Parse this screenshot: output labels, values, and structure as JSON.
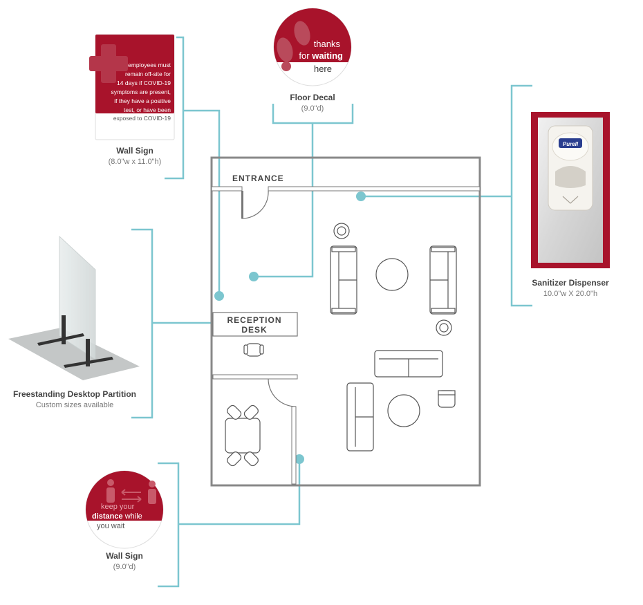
{
  "colors": {
    "brand_red": "#a8132b",
    "connector_teal": "#7cc6cf",
    "wall_gray": "#888888",
    "caption_title": "#444444",
    "caption_sub": "#777777"
  },
  "floor_plan": {
    "entrance_label": "ENTRANCE",
    "reception_label_line1": "RECEPTION",
    "reception_label_line2": "DESK"
  },
  "products": {
    "wall_sign_top": {
      "title": "Wall Sign",
      "size": "(8.0\"w x 11.0\"h)",
      "icon": "medical-cross-icon",
      "sign_lines": [
        "employees must",
        "remain off-site for",
        "14 days if COVID-19",
        "symptoms are present,",
        "if they have a positive",
        "test, or have been",
        "exposed to COVID-19"
      ]
    },
    "floor_decal": {
      "title": "Floor Decal",
      "size": "(9.0\"d)",
      "icon": "footprints-icon",
      "line1": "thanks",
      "line2_prefix": "for",
      "line2_bold": "waiting",
      "line3": "here"
    },
    "sanitizer": {
      "title": "Sanitizer Dispenser",
      "size": "10.0\"w X 20.0\"h",
      "brand": "Purell"
    },
    "partition": {
      "title": "Freestanding Desktop Partition",
      "size": "Custom sizes available"
    },
    "wall_sign_bottom": {
      "title": "Wall Sign",
      "size": "(9.0\"d)",
      "icon": "social-distance-icon",
      "line1": "keep your",
      "line2_bold": "distance",
      "line2_rest": "while",
      "line3": "you wait"
    }
  }
}
